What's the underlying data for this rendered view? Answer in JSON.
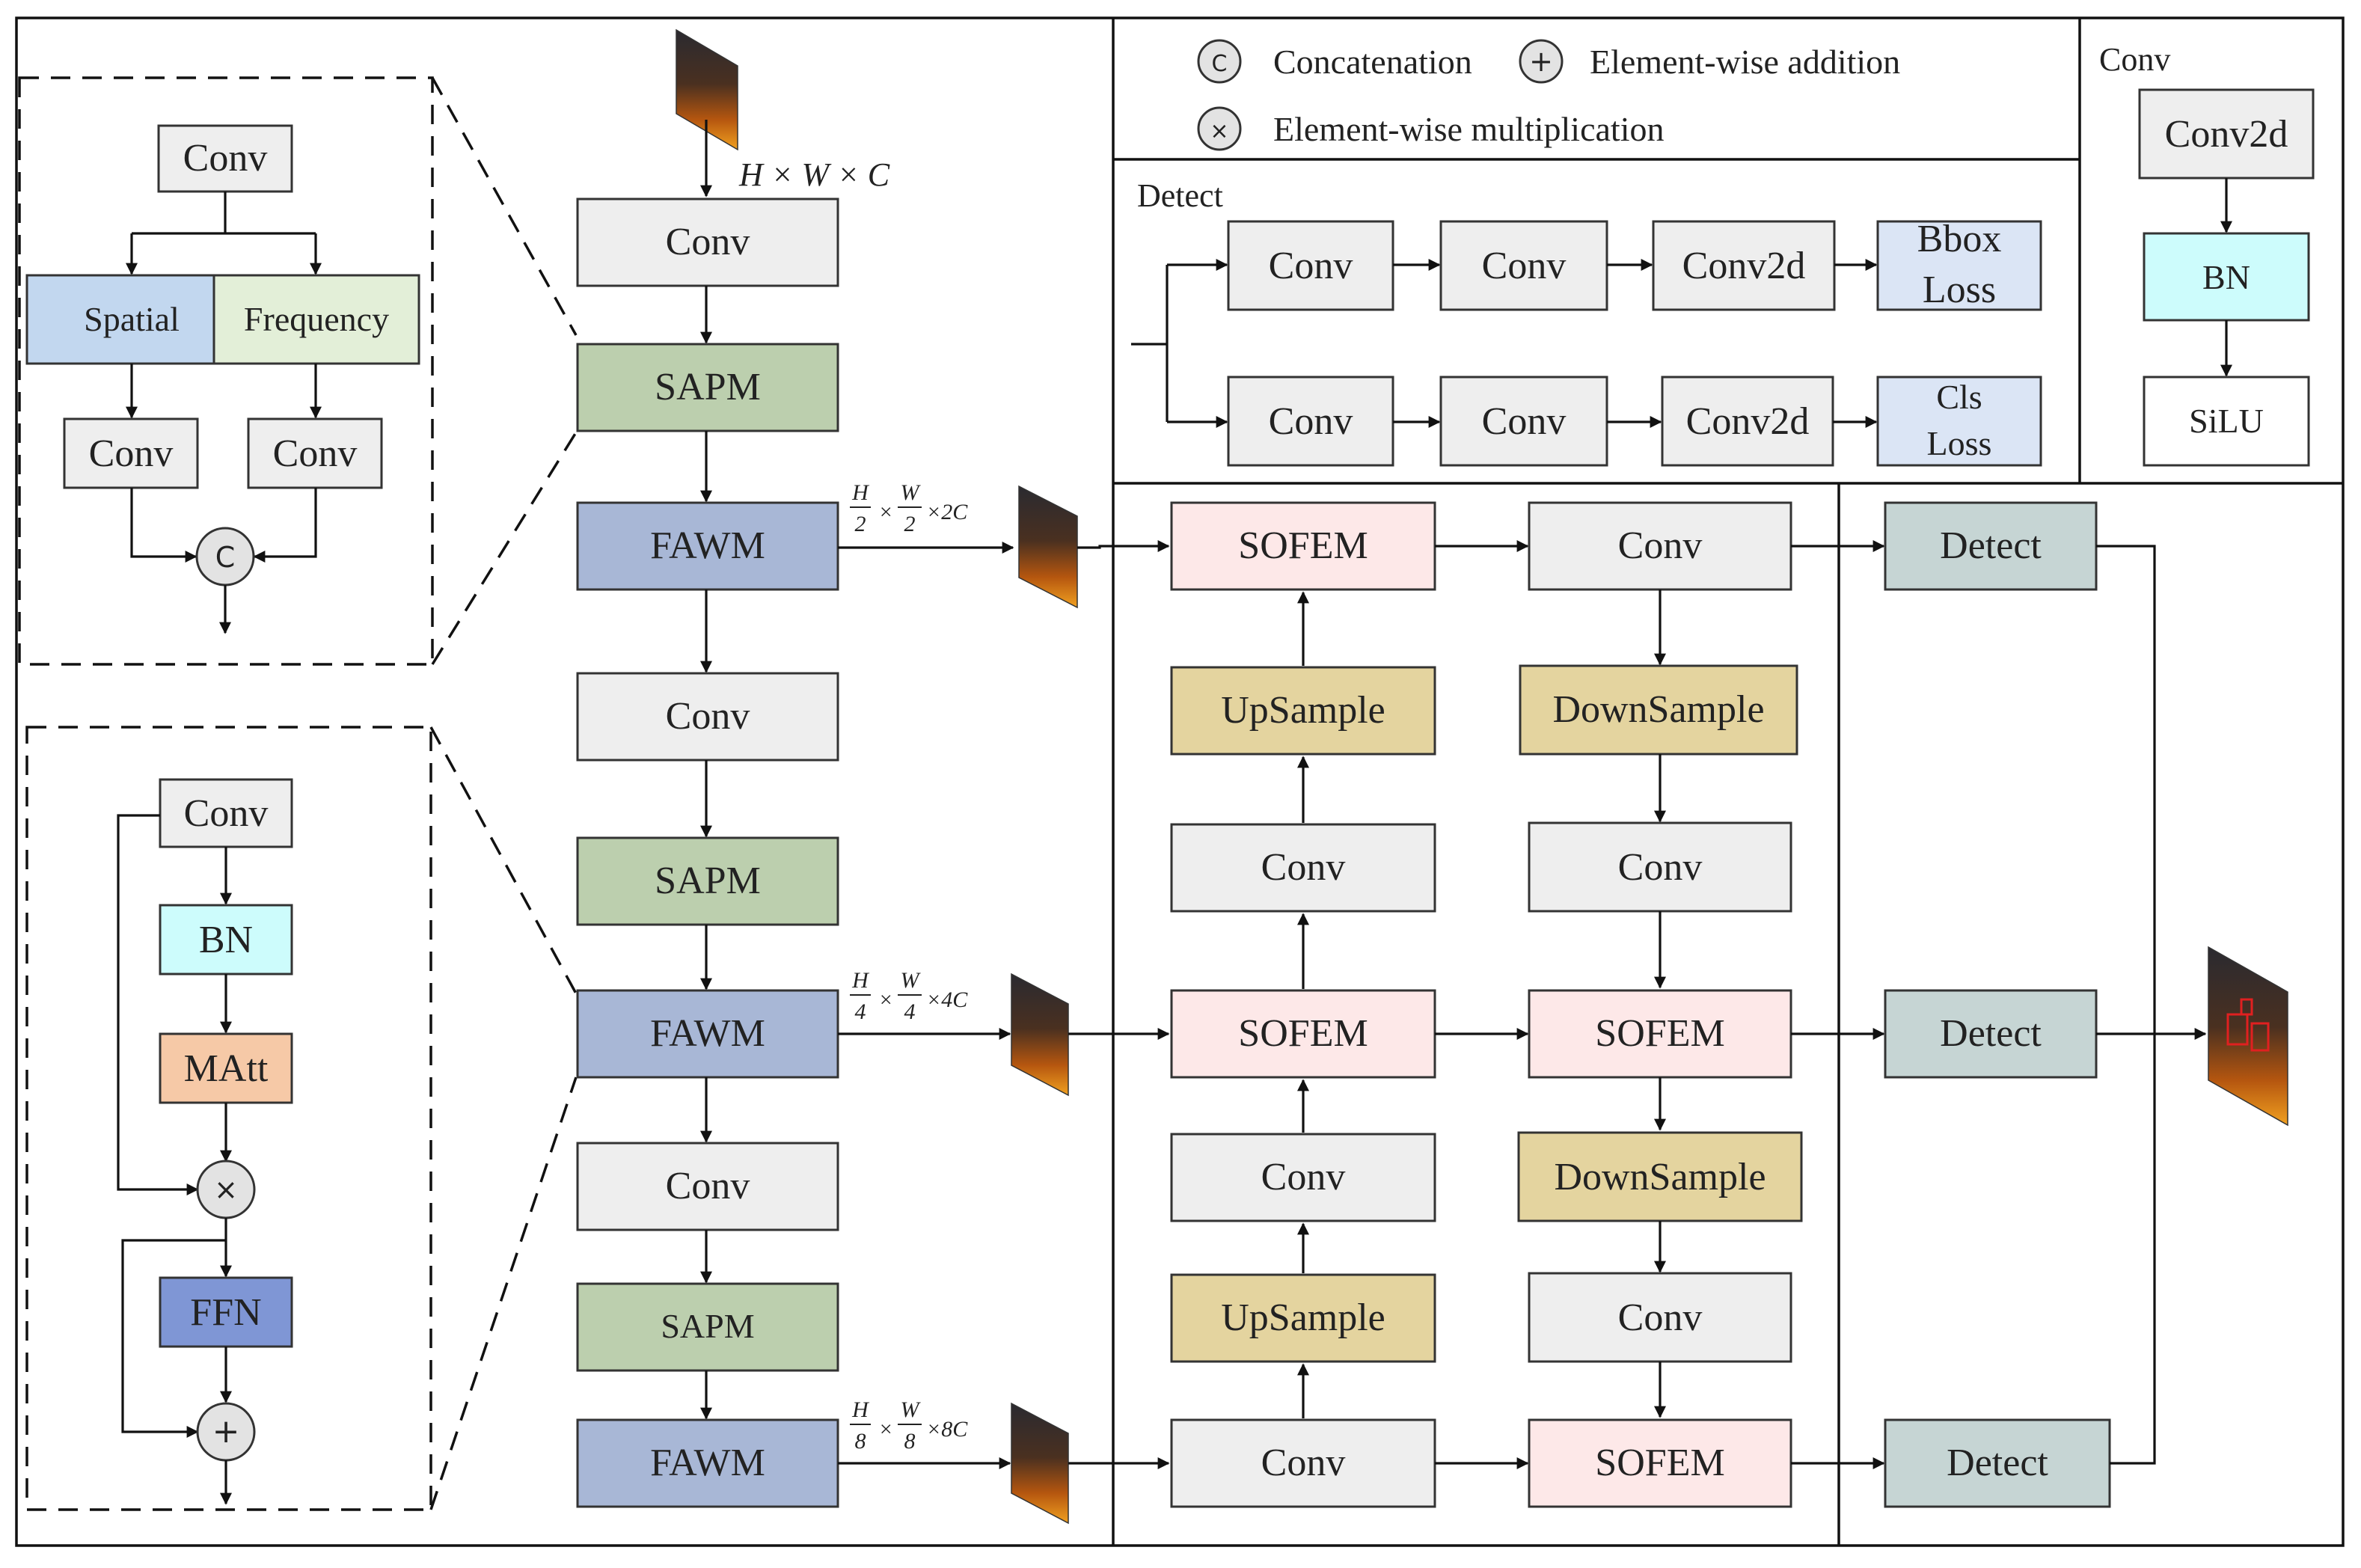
{
  "colors": {
    "conv": "#eeeeee",
    "sapm": "#bccfae",
    "fawm": "#a8b7d6",
    "spatial": "#c2d7ef",
    "frequency": "#e3efd8",
    "bn": "#cdfcfc",
    "matt": "#f6c9a7",
    "ffn": "#7f96d5",
    "loss": "#dbe5f5",
    "sofem": "#fde8e8",
    "sample": "#e4d49f",
    "detect": "#c6d5d4",
    "silu": "#ffffff",
    "operator": "#e3e3e3"
  },
  "legend": {
    "concat_symbol": "C",
    "concat_label": "Concatenation",
    "add_symbol": "+",
    "add_label": "Element-wise addition",
    "mul_symbol": "×",
    "mul_label": "Element-wise multiplication"
  },
  "sapm_detail": {
    "conv_top": "Conv",
    "spatial": "Spatial",
    "frequency": "Frequency",
    "conv_left": "Conv",
    "conv_right": "Conv",
    "concat_symbol": "C"
  },
  "fawm_detail": {
    "conv": "Conv",
    "bn": "BN",
    "matt": "MAtt",
    "mul_symbol": "×",
    "ffn": "FFN",
    "add_symbol": "+"
  },
  "backbone": {
    "input_dim": "H × W × C",
    "blocks": [
      "Conv",
      "SAPM",
      "FAWM",
      "Conv",
      "SAPM",
      "FAWM",
      "Conv",
      "SAPM",
      "FAWM"
    ],
    "dim1": {
      "h": "H",
      "hd": "2",
      "w": "W",
      "wd": "2",
      "c": "×2C"
    },
    "dim2": {
      "h": "H",
      "hd": "4",
      "w": "W",
      "wd": "4",
      "c": "×4C"
    },
    "dim3": {
      "h": "H",
      "hd": "8",
      "w": "W",
      "wd": "8",
      "c": "×8C"
    }
  },
  "detect_head": {
    "title": "Detect",
    "row1": [
      "Conv",
      "Conv",
      "Conv2d"
    ],
    "bbox_loss": [
      "Bbox",
      "Loss"
    ],
    "row2": [
      "Conv",
      "Conv",
      "Conv2d"
    ],
    "cls_loss": [
      "Cls",
      "Loss"
    ]
  },
  "conv_def": {
    "title": "Conv",
    "conv2d": "Conv2d",
    "bn": "BN",
    "silu": "SiLU"
  },
  "neck": {
    "col1": [
      "SOFEM",
      "UpSample",
      "Conv",
      "SOFEM",
      "Conv",
      "UpSample",
      "Conv"
    ],
    "col2": [
      "Conv",
      "DownSample",
      "Conv",
      "SOFEM",
      "DownSample",
      "Conv",
      "SOFEM"
    ],
    "detect": [
      "Detect",
      "Detect",
      "Detect"
    ]
  }
}
